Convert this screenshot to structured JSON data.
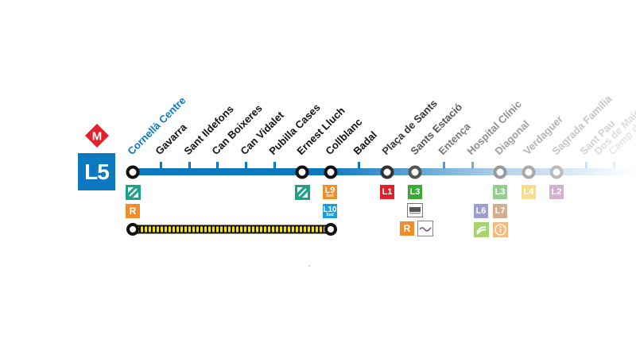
{
  "line": {
    "label": "L5",
    "color": "#0b78bf",
    "metro_logo_letter": "M",
    "metro_logo_color": "#e4202b"
  },
  "stations": [
    {
      "name": "Cornellà Centre",
      "terminus": true
    },
    {
      "name": "Gavarra"
    },
    {
      "name": "Sant Ildefons"
    },
    {
      "name": "Can Boixeres"
    },
    {
      "name": "Can Vidalet"
    },
    {
      "name": "Pubilla Cases"
    },
    {
      "name": "Ernest Lluch"
    },
    {
      "name": "Collblanc"
    },
    {
      "name": "Badal"
    },
    {
      "name": "Plaça de Sants"
    },
    {
      "name": "Sants Estació"
    },
    {
      "name": "Entença"
    },
    {
      "name": "Hospital Clínic"
    },
    {
      "name": "Diagonal"
    },
    {
      "name": "Verdaguer"
    },
    {
      "name": "Sagrada Família"
    },
    {
      "name": "Sant Pau"
    },
    {
      "name": "Dos de Maig"
    },
    {
      "name": "Camp de l'Arpa"
    }
  ],
  "connections": {
    "tram": "tram-icon",
    "rodalies": "R",
    "l9": {
      "label": "L9",
      "sub": "Sud"
    },
    "l10": {
      "label": "L10",
      "sub": "Sud"
    },
    "l1": "L1",
    "l3": "L3",
    "l4": "L4",
    "l2": "L2",
    "l6": "L6",
    "l7": "L7",
    "aerobus": "aerobus",
    "renfe": "renfe"
  },
  "footnote_mark": "´",
  "colors": {
    "line": "#0b78bf",
    "tram": "#1aa38b",
    "rodalies": "#f28c28",
    "l9": "#f28c28",
    "l10": "#1a9fdc",
    "l1": "#e4202b",
    "l3": "#3aaa35",
    "l4": "#f0b400",
    "l2": "#9b3d96",
    "l6": "#7b7fc4",
    "l7": "#b06b2f",
    "fgc": "#8ac53e",
    "construction": "#f5e100"
  }
}
